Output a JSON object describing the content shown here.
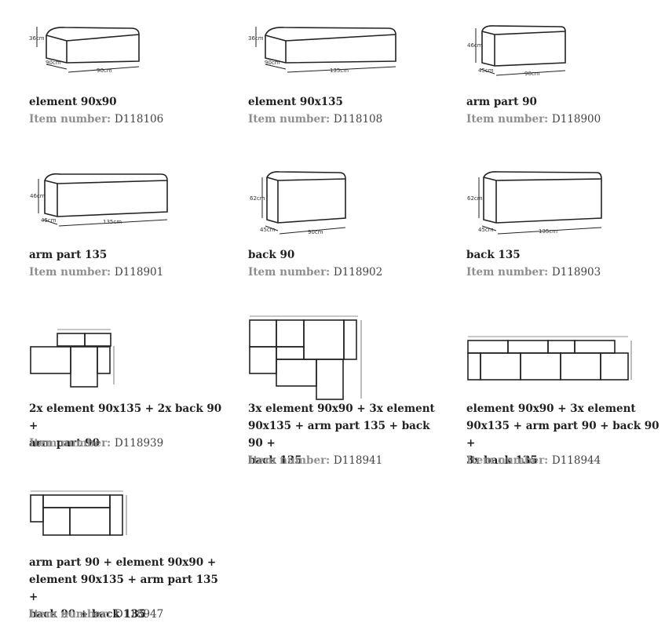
{
  "item_number_label": "Item number:",
  "items": [
    {
      "title_lines": [
        "element 90x90"
      ],
      "number": "D118106",
      "dims": {
        "h": "36cm",
        "d": "90cm",
        "w": "90cm"
      }
    },
    {
      "title_lines": [
        "element 90x135"
      ],
      "number": "D118108",
      "dims": {
        "h": "36cm",
        "d": "90cm",
        "w": "135cm"
      }
    },
    {
      "title_lines": [
        "arm part 90"
      ],
      "number": "D118900",
      "dims": {
        "h": "46cm",
        "d": "45cm",
        "w": "90cm"
      }
    },
    {
      "title_lines": [
        "arm part 135"
      ],
      "number": "D118901",
      "dims": {
        "h": "46cm",
        "d": "45cm",
        "w": "135cm"
      }
    },
    {
      "title_lines": [
        "back 90"
      ],
      "number": "D118902",
      "dims": {
        "h": "62cm",
        "d": "45cm",
        "w": "90cm"
      }
    },
    {
      "title_lines": [
        "back 135"
      ],
      "number": "D118903",
      "dims": {
        "h": "62cm",
        "d": "45cm",
        "w": "135cm"
      }
    },
    {
      "title_lines": [
        "2x element 90x135 + 2x back 90 +",
        "arm part 90"
      ],
      "number": "D118939"
    },
    {
      "title_lines": [
        "3x element 90x90 + 3x element",
        "90x135 + arm part 135 + back 90 +",
        "back 135"
      ],
      "number": "D118941"
    },
    {
      "title_lines": [
        "element 90x90 + 3x element",
        "90x135 + arm part 90 + back 90 +",
        "3x back 135"
      ],
      "number": "D118944"
    },
    {
      "title_lines": [
        "arm part 90 + element 90x90 +",
        "element 90x135 + arm part 135 +",
        "back 90 + back 135"
      ],
      "number": "D118947"
    }
  ]
}
